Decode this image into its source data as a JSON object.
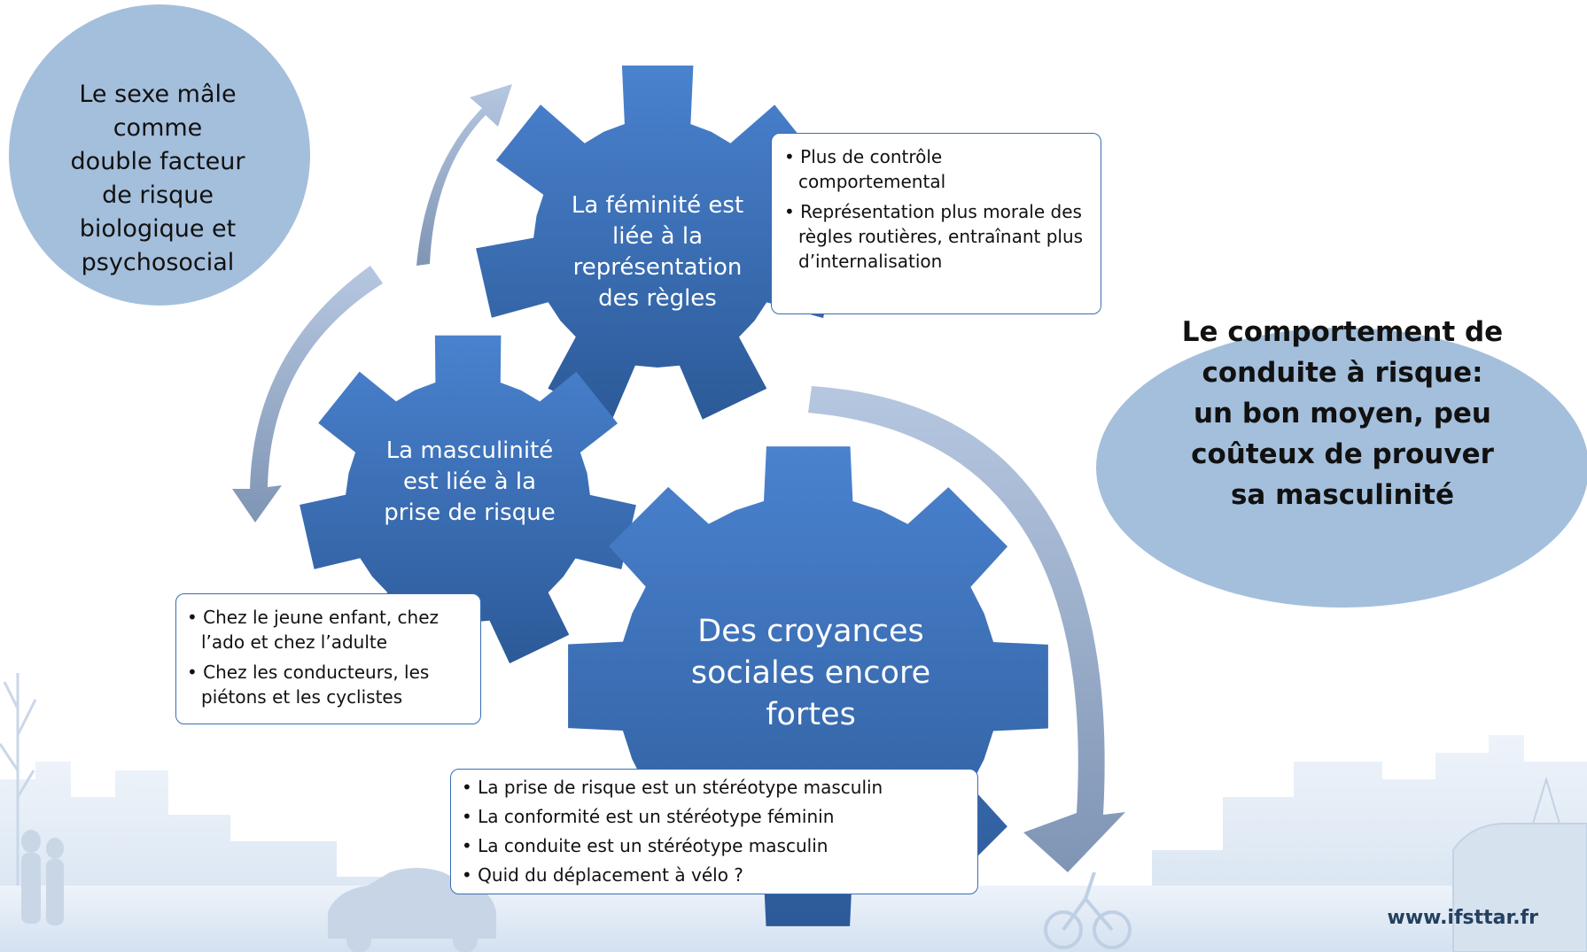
{
  "left_circle": {
    "text": "Le sexe mâle comme double facteur de risque biologique et psychosocial"
  },
  "right_circle": {
    "text": "Le comportement de conduite à risque: un bon moyen, peu coûteux de prouver sa masculinité"
  },
  "gears": {
    "top": {
      "label": "La féminité est liée à la représentation des règles"
    },
    "middle": {
      "label": "La masculinité est liée à la prise de risque"
    },
    "bottom": {
      "label": "Des croyances sociales encore fortes"
    }
  },
  "boxes": {
    "top_right": {
      "items": [
        "Plus de contrôle comportemental",
        "Représentation plus morale des règles routières, entraînant plus d’internalisation"
      ]
    },
    "left": {
      "items": [
        "Chez le jeune enfant, chez l’ado et chez l’adulte",
        "Chez les conducteurs, les piétons et les cyclistes"
      ]
    },
    "bottom": {
      "items": [
        "La prise de risque est un stéréotype masculin",
        "La conformité est un stéréotype féminin",
        "La conduite est un stéréotype masculin",
        "Quid du déplacement à vélo ?"
      ]
    }
  },
  "footer": {
    "url": "www.ifsttar.fr"
  },
  "colors": {
    "gear": "#3d73bf",
    "gear_dark": "#2b5895",
    "circle": "#a4bfdc",
    "arrow": "#9fb4d2",
    "skyline": "#dfe9f4",
    "box_border": "#3a6db5",
    "footer_text": "#23405f"
  }
}
